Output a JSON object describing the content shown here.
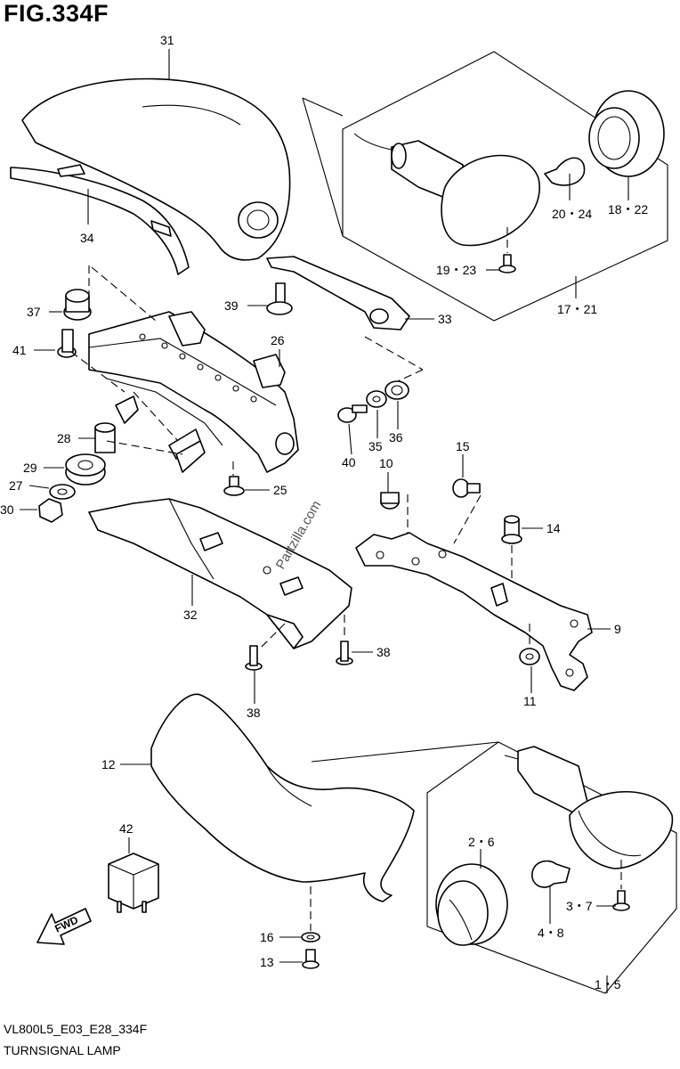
{
  "figure": {
    "title": "FIG.334F",
    "code": "VL800L5_E03_E28_334F",
    "name": "TURNSIGNAL LAMP"
  },
  "watermark": "Partzilla.com",
  "fwd_arrow": "FWD",
  "callouts": {
    "c31": "31",
    "c34": "34",
    "c37": "37",
    "c41": "41",
    "c39": "39",
    "c26": "26",
    "c33": "33",
    "c28": "28",
    "c29": "29",
    "c27": "27",
    "c30": "30",
    "c25": "25",
    "c40": "40",
    "c35": "35",
    "c36": "36",
    "c10": "10",
    "c15": "15",
    "c14": "14",
    "c9": "9",
    "c11": "11",
    "c32": "32",
    "c38a": "38",
    "c38b": "38",
    "c12": "12",
    "c42": "42",
    "c16": "16",
    "c13": "13",
    "c2_6": "2・6",
    "c3_7": "3・7",
    "c4_8": "4・8",
    "c1_5": "1・5",
    "c20_24": "20・24",
    "c18_22": "18・22",
    "c19_23": "19・23",
    "c17_21": "17・21"
  }
}
